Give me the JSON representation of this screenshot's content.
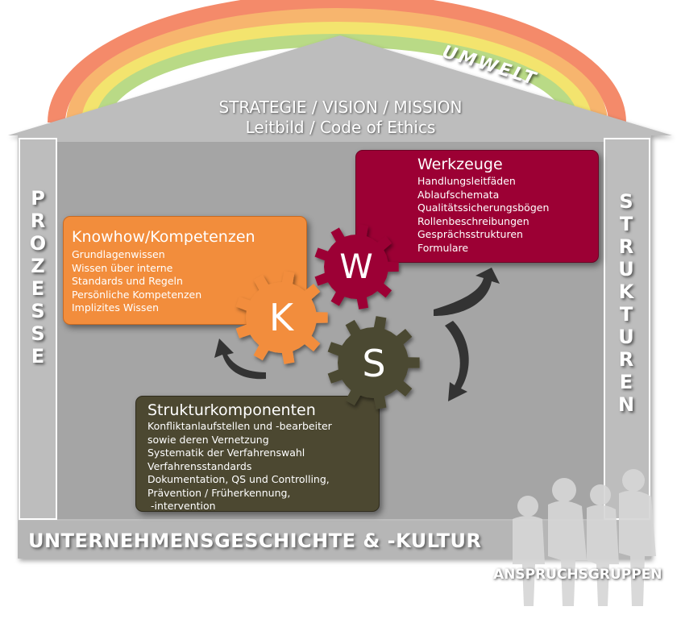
{
  "roof": {
    "rainbow_label": "UMWELT",
    "title": "STRATEGIE / VISION / MISSION",
    "subtitle": "Leitbild / Code of Ethics"
  },
  "pillars": {
    "left": [
      "P",
      "R",
      "O",
      "Z",
      "E",
      "S",
      "S",
      "E"
    ],
    "right": [
      "S",
      "T",
      "R",
      "U",
      "K",
      "T",
      "U",
      "R",
      "E",
      "N"
    ]
  },
  "gears": {
    "k": "K",
    "w": "W",
    "s": "S"
  },
  "boxes": {
    "knowhow": {
      "title": "Knowhow/Kompetenzen",
      "items": [
        "Grundlagenwissen",
        "Wissen über interne",
        "Standards und Regeln",
        "Persönliche Kompetenzen",
        "Implizites Wissen"
      ]
    },
    "werkzeuge": {
      "title": "Werkzeuge",
      "items": [
        "Handlungsleitfäden",
        "Ablaufschemata",
        "Qualitätssicherungsbögen",
        "Rollenbeschreibungen",
        "Gesprächsstrukturen",
        "Formulare"
      ]
    },
    "struktur": {
      "title": "Strukturkomponenten",
      "items": [
        "Konfliktanlaufstellen und -bearbeiter",
        "sowie deren Vernetzung",
        "Systematik der Verfahrenswahl",
        "Verfahrensstandards",
        "Dokumentation, QS und Controlling,",
        "Prävention / Früherkennung,",
        " -intervention"
      ]
    }
  },
  "foundation": "UNTERNEHMENSGESCHICHTE & -KULTUR",
  "stakeholders": "ANSPRUCHSGRUPPEN",
  "colors": {
    "house": "#bdbdbd",
    "knowhow": "#f28d3c",
    "werkzeuge": "#9c0034",
    "struktur": "#4c4831",
    "arrows": "#333333"
  }
}
